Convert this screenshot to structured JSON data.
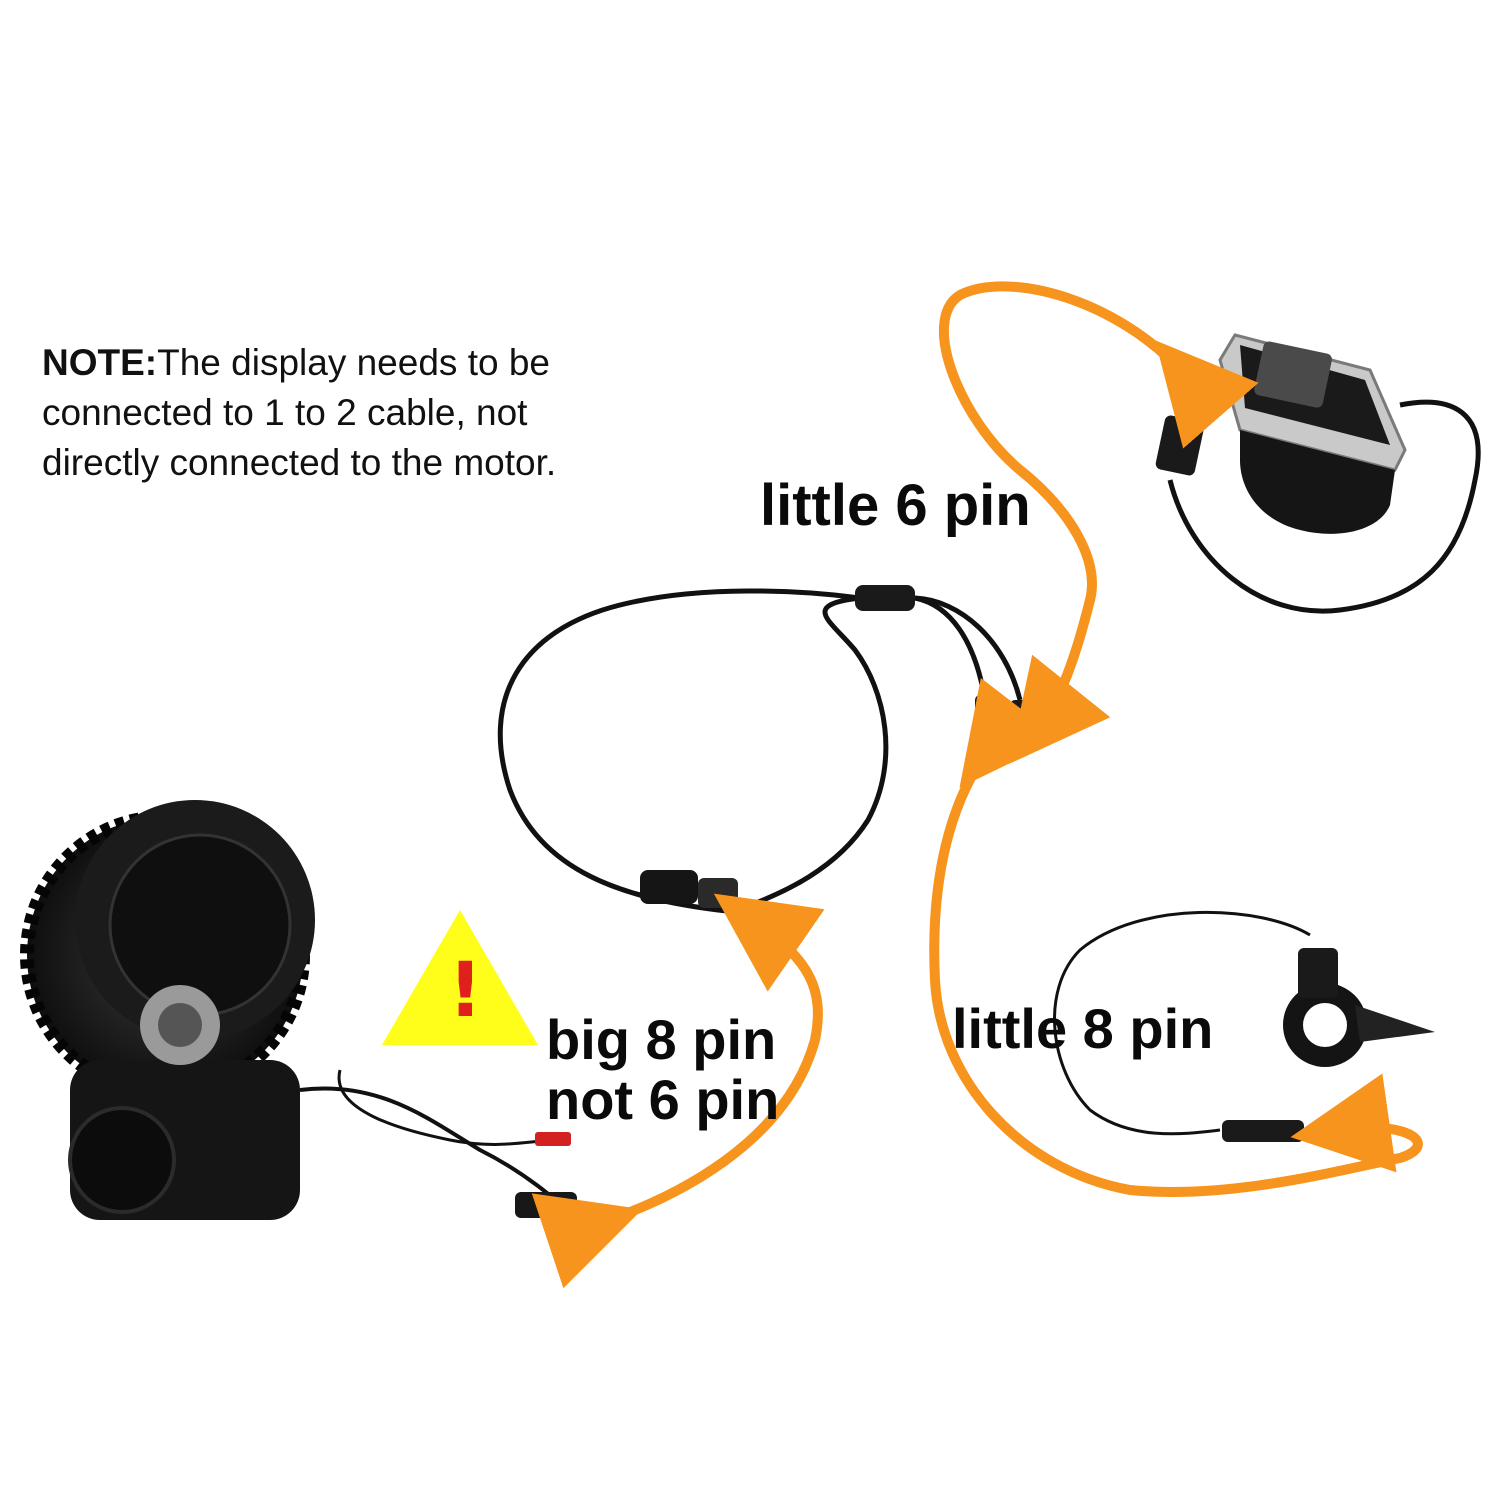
{
  "note": {
    "lead": "NOTE:",
    "text": "The display needs to be connected to 1 to 2 cable, not directly connected to the motor."
  },
  "labels": {
    "little_6_pin": "little 6 pin",
    "big_8_pin": "big 8 pin",
    "not_6_pin": "not 6 pin",
    "little_8_pin": "little 8 pin"
  },
  "warning": {
    "mark": "!"
  },
  "colors": {
    "arrow": "#f7941d",
    "warning_fill": "#fefe1a",
    "warning_mark": "#e0201c",
    "cable": "#111111",
    "device_body": "#151515",
    "display_bezel": "#c9c9c9",
    "display_screen": "#4a4a4a"
  },
  "icons": {
    "motor": "mid-drive-motor-icon",
    "display": "lcd-display-icon",
    "throttle": "thumb-throttle-icon",
    "splitter": "y-splitter-cable-icon",
    "warning": "warning-triangle-icon"
  }
}
